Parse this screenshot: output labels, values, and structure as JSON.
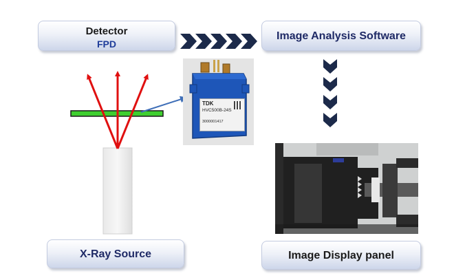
{
  "detector": {
    "title": "Detector",
    "subtitle": "FPD"
  },
  "software": {
    "title": "Image Analysis Software"
  },
  "xray_source": {
    "title": "X-Ray Source"
  },
  "display_panel": {
    "title": "Image Display panel"
  },
  "component_photo": {
    "brand": "TDK",
    "model": "HVC500B-24S",
    "serial": "3000001417"
  },
  "colors": {
    "rays": "#e01010",
    "detector_bar": "#3fce2f",
    "chevron": "#1c2a4a",
    "pointer_arrow": "#3f6fb8",
    "box_text_blue": "#1f2a66"
  }
}
